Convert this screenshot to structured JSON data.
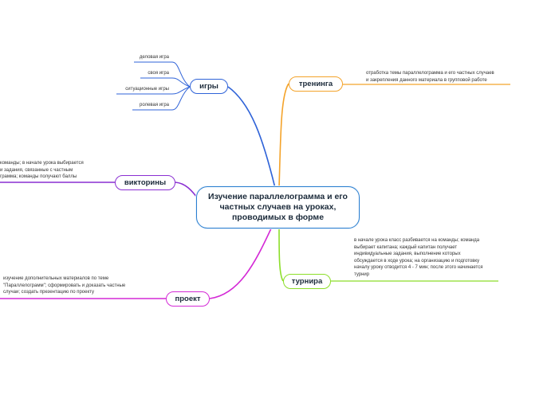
{
  "central": {
    "label": "Изучение параллелограмма и его частных случаев на уроках, проводимых в форме"
  },
  "topics": {
    "igry": {
      "label": "игры",
      "color": "#2f63d8",
      "leaves": [
        "деловая игра",
        "своя игра",
        "ситуационные игры",
        "ролевая игра"
      ]
    },
    "viktoriny": {
      "label": "викторины",
      "color": "#8a2fd2",
      "description": "команды; в начале урока выбирается\nи задания, связанные с частным\nграмма; команды получают баллы"
    },
    "proekt": {
      "label": "проект",
      "color": "#d42ad6",
      "description": "изучение дополнительных материалов по теме\n\"Параллелограмм\"; сформировать и доказать частные\nслучаи; создать презентацию по проекту"
    },
    "treninga": {
      "label": "тренинга",
      "color": "#f4a32a",
      "description": "отработка темы параллелограмма и его частных случаев\nи закрепления данного материала в групповой работе"
    },
    "turnira": {
      "label": "турнира",
      "color": "#8cde29",
      "description": "в начале урока класс разбивается на команды; команда\nвыбирает капитана; каждый капитан получает\nиндивидуальные задания, выполнение которых\nобсуждается в ходе урока; на организацию и подготовку\nначалу уроку отводится 4 - 7 мин; после этого начинается\nтурнир"
    }
  }
}
